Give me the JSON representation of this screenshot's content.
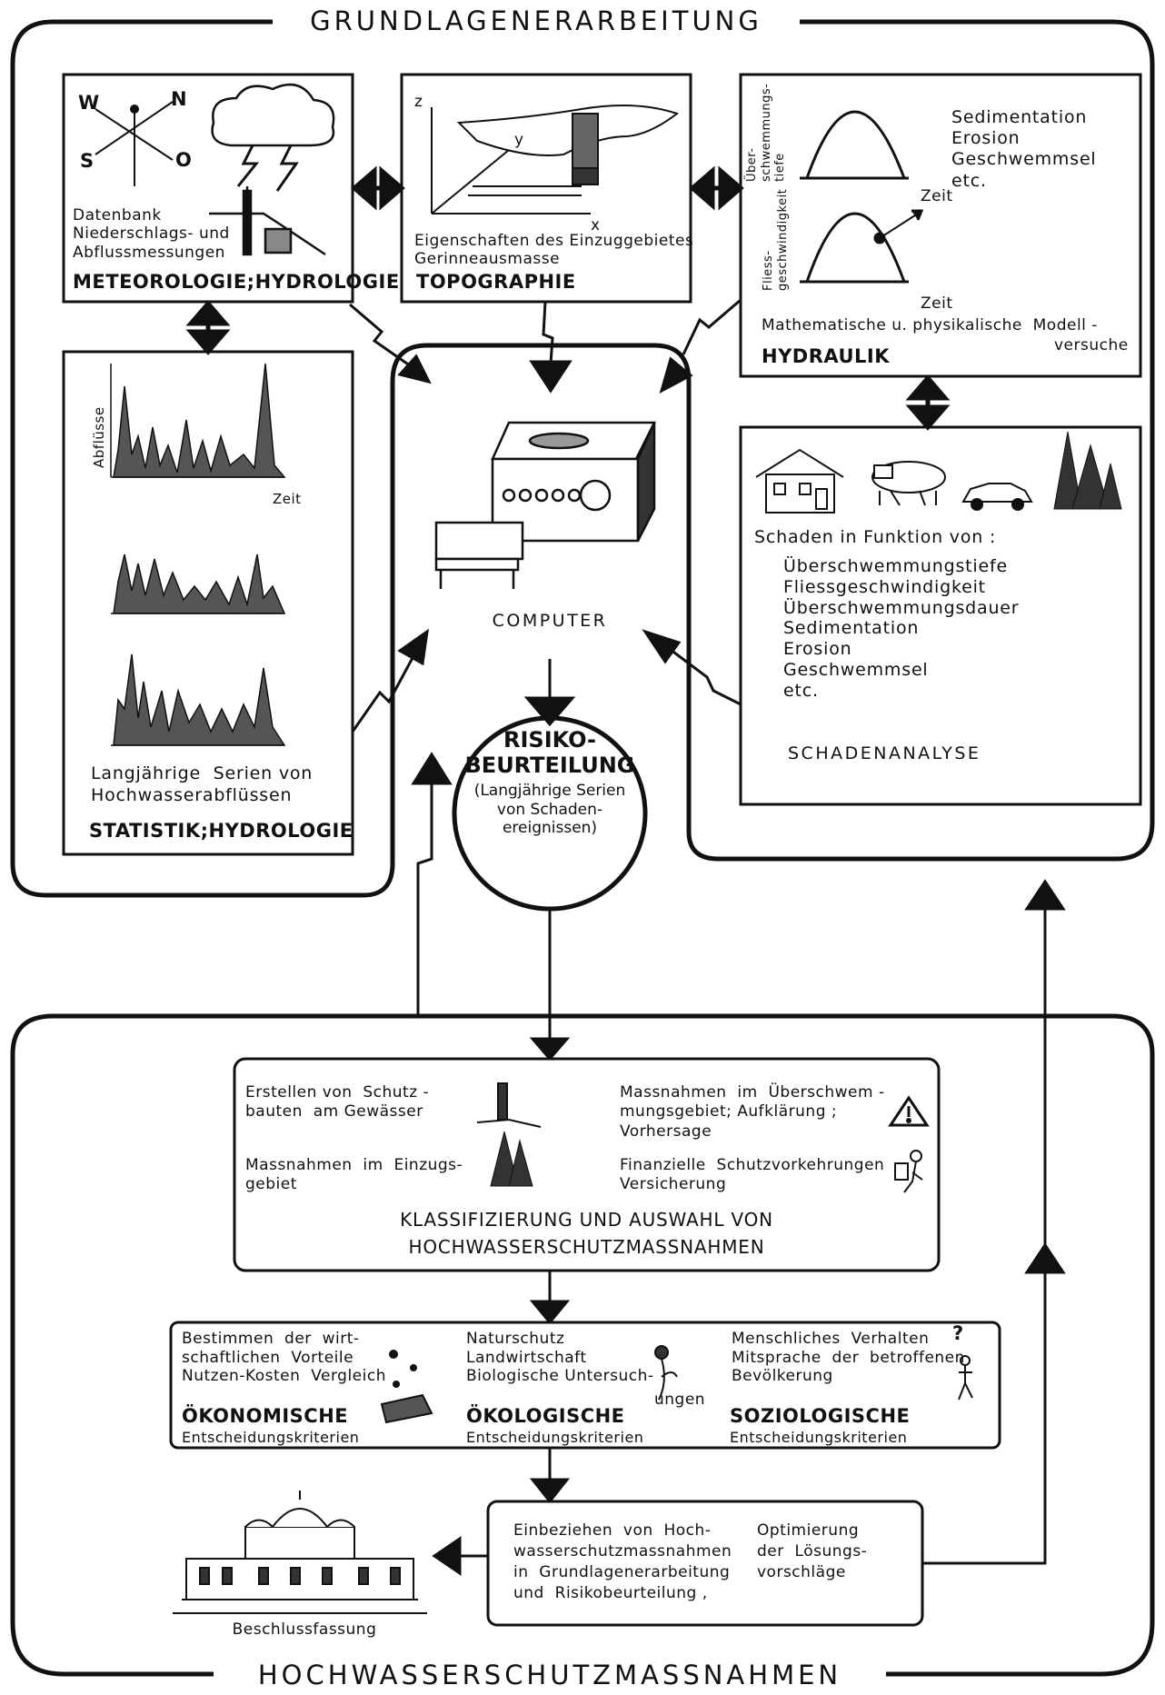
{
  "title_top": "GRUNDLAGENERARBEITUNG",
  "title_bottom": "HOCHWASSERSCHUTZMASSNAHMEN",
  "meteo": {
    "compass_w": "W",
    "compass_n": "N",
    "compass_s": "S",
    "compass_o": "O",
    "text": "Datenbank\nNiederschlags- und\nAbflussmessungen",
    "heading": "METEOROLOGIE;HYDROLOGIE"
  },
  "topo": {
    "axis_z": "z",
    "axis_y": "y",
    "axis_x": "x",
    "text": "Eigenschaften des Einzuggebietes\nGerinneausmasse",
    "heading": "TOPOGRAPHIE"
  },
  "hydraulik": {
    "ylabel1": "Über-\nschwemmungs-\ntiefe",
    "ylabel2": "Fliess-\ngeschwindigkeit",
    "zeit1": "Zeit",
    "zeit2": "Zeit",
    "side_text": "Sedimentation\nErosion\nGeschwemmsel\netc.",
    "text_line1": "Mathematische u. physikalische  Modell -",
    "text_line2": "versuche",
    "heading": "HYDRAULIK"
  },
  "statistik": {
    "ylabel": "Abflüsse",
    "xlabel": "Zeit",
    "text": "Langjährige  Serien von\nHochwasserabflüssen",
    "heading": "STATISTIK;HYDROLOGIE"
  },
  "computer": {
    "label": "COMPUTER"
  },
  "schaden": {
    "intro": "Schaden in Funktion von :",
    "items": [
      "Überschwemmungstiefe",
      "Fliessgeschwindigkeit",
      "Überschwemmungsdauer",
      "Sedimentation",
      "Erosion",
      "Geschwemmsel",
      "etc."
    ],
    "heading": "SCHADENANALYSE"
  },
  "risiko": {
    "title1": "RISIKO-",
    "title2": "BEURTEILUNG",
    "sub": "(Langjährige Serien\nvon Schaden-\nereignissen)"
  },
  "klass": {
    "item1": "Erstellen von  Schutz -\nbauten  am Gewässer",
    "item2": "Massnahmen  im  Überschwem -\nmungsgebiet; Aufklärung ;\nVorhersage",
    "item3": "Massnahmen  im  Einzugs-\ngebiet",
    "item4": "Finanzielle  Schutzvorkehrungen\nVersicherung",
    "heading1": "KLASSIFIZIERUNG UND AUSWAHL VON",
    "heading2": "HOCHWASSERSCHUTZMASSNAHMEN"
  },
  "kriterien": {
    "oeko_text": "Bestimmen  der  wirt-\nschaftlichen  Vorteile\nNutzen-Kosten  Vergleich",
    "oeko_heading": "ÖKONOMISCHE",
    "oeko_sub": "Entscheidungskriterien",
    "okol_text": "Naturschutz\nLandwirtschaft\nBiologische Untersuch-",
    "okol_extra": "ungen",
    "okol_heading": "ÖKOLOGISCHE",
    "okol_sub": "Entscheidungskriterien",
    "sozio_text": "Menschliches  Verhalten\nMitsprache  der  betroffenen\nBevölkerung",
    "sozio_q": "?",
    "sozio_heading": "SOZIOLOGISCHE",
    "sozio_sub": "Entscheidungskriterien"
  },
  "einbez": {
    "left": "Einbeziehen  von  Hoch-\nwasserschutzmassnahmen\nin  Grundlagenerarbeitung\nund  Risikobeurteilung ,",
    "right": "Optimierung\nder  Lösungs-\nvorschläge"
  },
  "beschluss": {
    "label": "Beschlussfassung"
  },
  "colors": {
    "ink": "#111111",
    "fill_dark": "#555555",
    "paper": "#ffffff"
  },
  "icons": [
    "compass-icon",
    "thundercloud-icon",
    "gauge-icon",
    "bell-curve-icon",
    "computer-icon",
    "house-icon",
    "cows-icon",
    "car-icon",
    "fir-trees-icon",
    "warning-icon",
    "dam-icon",
    "reader-icon",
    "coins-icon",
    "money-icon",
    "flower-icon",
    "stick-figure-icon",
    "parliament-icon"
  ]
}
